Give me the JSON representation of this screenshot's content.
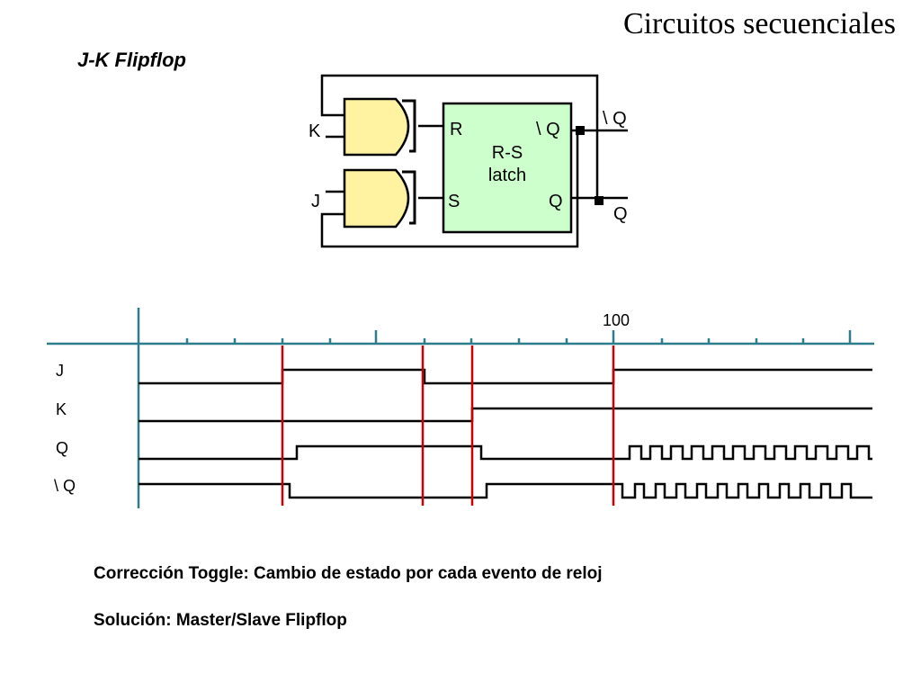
{
  "slide": {
    "title": "Circuitos secuenciales",
    "subtitle": "J-K Flipflop",
    "notes": [
      "Corrección Toggle: Cambio de estado por cada evento de reloj",
      "Solución: Master/Slave Flipflop"
    ]
  },
  "circuit": {
    "latch_label_line1": "R-S",
    "latch_label_line2": "latch",
    "latch_in_r": "R",
    "latch_in_s": "S",
    "latch_out_nq": "\\ Q",
    "latch_out_q": "Q",
    "input_k": "K",
    "input_j": "J",
    "output_nq": "\\ Q",
    "output_q": "Q",
    "colors": {
      "gate_fill": "#FFF2A0",
      "latch_fill": "#CCFFCC",
      "wire": "#000000"
    }
  },
  "timing": {
    "marker_label": "100",
    "signals": [
      "J",
      "K",
      "Q",
      "\\ Q"
    ],
    "colors": {
      "axis": "#2E7D8C",
      "event": "#CC0000",
      "trace": "#000000"
    }
  }
}
